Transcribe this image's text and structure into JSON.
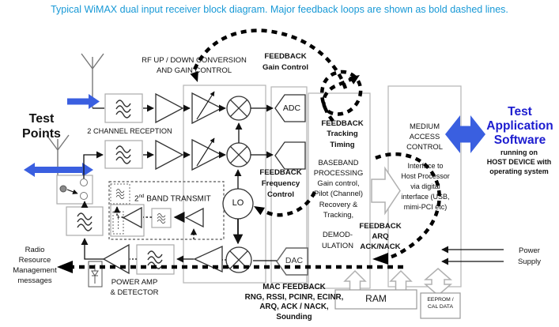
{
  "title": "Typical WiMAX dual input receiver block diagram. Major feedback loops are shown as bold dashed lines.",
  "colors": {
    "title_blue": "#1899d6",
    "arrow_blue": "#3a5fe0",
    "tas_blue": "#1d1dcf",
    "line_black": "#111111",
    "box_gray": "#b5b5b5"
  },
  "labels": {
    "test_points": "Test\nPoints",
    "rf_updown": "RF UP / DOWN CONVERSION\nAND GAIN CONTROL",
    "two_channel": "2 CHANNEL RECEPTION",
    "feedback_gain": "FEEDBACK\nGain Control",
    "feedback_tracking": "FEEDBACK\nTracking\nTiming",
    "baseband": "BASEBAND\nPROCESSING\nGain control,\nPilot  (Channel)\nRecovery &\nTracking,",
    "feedback_freq": "FEEDBACK\nFrequency\nControl",
    "demod": "DEMOD-\nULATION",
    "feedback_arq": "FEEDBACK\nARQ\nACK/NACK",
    "medium_access": "MEDIUM\nACCESS\nCONTROL",
    "interface": "Interface to\nHost Processor\nvia digital\ninterface (USB,\nmimi-PCI etc)",
    "tas": "Test\nApplication\nSoftware",
    "tas_sub": "running on\nHOST DEVICE with\noperating system",
    "power_supply": "Power\nSupply",
    "radio_resource": "Radio\nResource\nManagement\nmessages",
    "power_amp": "POWER AMP\n& DETECTOR",
    "mac_feedback": "MAC FEEDBACK\nRNG, RSSI, PCINR, ECINR,\nARQ, ACK / NACK,\nSounding",
    "band2_prefix": "2",
    "band2_sup": "nd",
    "band2_rest": " BAND TRANSMIT"
  },
  "blocks": {
    "adc": "ADC",
    "dac": "DAC",
    "lo": "LO",
    "ram": "RAM",
    "eeprom": "EEPROM /\nCAL DATA"
  }
}
